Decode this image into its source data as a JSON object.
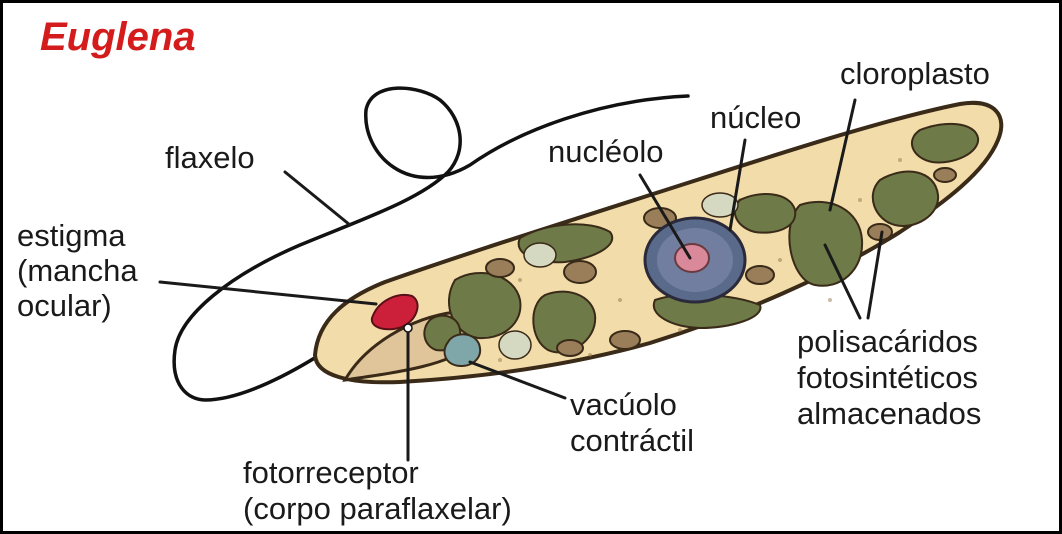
{
  "title": "Euglena",
  "colors": {
    "title": "#d41c1c",
    "cell_fill": "#f2dcaa",
    "cell_outline": "#3a2a18",
    "chloroplast": "#6e7a48",
    "nucleus": "#5a6a8a",
    "nucleolus": "#d9899a",
    "eyespot": "#cc1f3a",
    "reserve": "#9a7e5a",
    "vacuole": "#7fa6a8",
    "flagellum": "#111111"
  },
  "labels": {
    "flagellum": "flaxelo",
    "eyespot": [
      "estigma",
      "(mancha",
      "ocular)"
    ],
    "nucleolus": "nucléolo",
    "nucleus": "núcleo",
    "chloroplast": "cloroplasto",
    "polysaccharides": [
      "polisacáridos",
      "fotosintéticos",
      "almacenados"
    ],
    "vacuole": [
      "vacúolo",
      "contráctil"
    ],
    "photoreceptor": [
      "fotorreceptor",
      "(corpo paraflaxelar)"
    ]
  }
}
